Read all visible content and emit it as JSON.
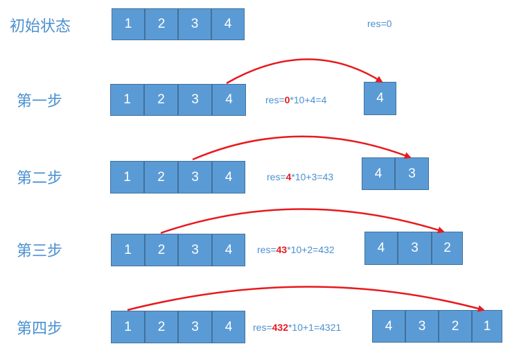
{
  "colors": {
    "cell": "#5b9bd5",
    "cell_border": "#41719c",
    "label": "#4a90d0",
    "arrow": "#e8191f"
  },
  "initial": {
    "label": "初始状态",
    "array": [
      "1",
      "2",
      "3",
      "4"
    ],
    "res_text": "res=0"
  },
  "steps": [
    {
      "label": "第一步",
      "array": [
        "1",
        "2",
        "3",
        "4"
      ],
      "res_prefix": "res=",
      "res_highlight": "0",
      "res_suffix": "*10+4=4",
      "result": [
        "4"
      ]
    },
    {
      "label": "第二步",
      "array": [
        "1",
        "2",
        "3",
        "4"
      ],
      "res_prefix": "res=",
      "res_highlight": "4",
      "res_suffix": "*10+3=43",
      "result": [
        "4",
        "3"
      ]
    },
    {
      "label": "第三步",
      "array": [
        "1",
        "2",
        "3",
        "4"
      ],
      "res_prefix": "res=",
      "res_highlight": "43",
      "res_suffix": "*10+2=432",
      "result": [
        "4",
        "3",
        "2"
      ]
    },
    {
      "label": "第四步",
      "array": [
        "1",
        "2",
        "3",
        "4"
      ],
      "res_prefix": "res=",
      "res_highlight": "432",
      "res_suffix": "*10+1=4321",
      "result": [
        "4",
        "3",
        "2",
        "1"
      ]
    }
  ]
}
